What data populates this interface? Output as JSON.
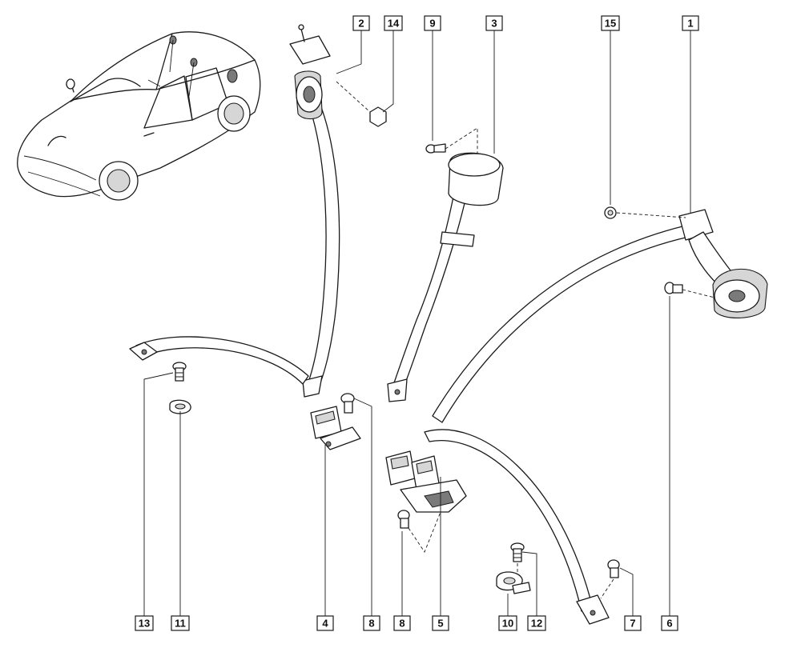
{
  "callouts": {
    "c1": "1",
    "c2": "2",
    "c3": "3",
    "c4": "4",
    "c5": "5",
    "c6": "6",
    "c7": "7",
    "c8a": "8",
    "c8b": "8",
    "c9": "9",
    "c10": "10",
    "c11": "11",
    "c12": "12",
    "c13": "13",
    "c14": "14",
    "c15": "15"
  },
  "colors": {
    "line": "#1a1a1a",
    "part_fill": "#ffffff",
    "shade": "#d6d6d6"
  }
}
